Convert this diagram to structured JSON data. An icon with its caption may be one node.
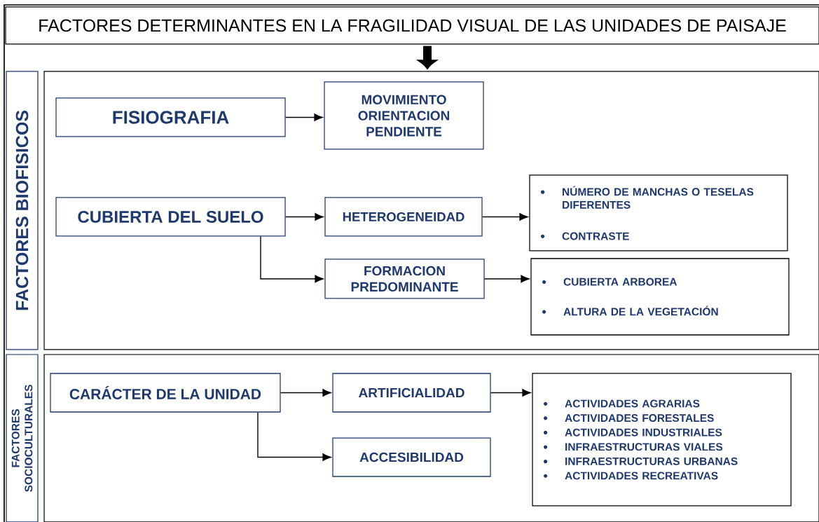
{
  "diagram": {
    "nodes": [
      {
        "text": [
          "FACTORES DETERMINANTES EN LA FRAGILIDAD VISUAL DE LAS UNIDADES DE PAISAJE"
        ]
      },
      {
        "text": [
          "FACTORES BIOFISICOS"
        ]
      },
      {
        "text": [],
        "shape": "box"
      },
      {
        "text": [
          "FISIOGRAFIA"
        ],
        "in": 2
      },
      {
        "text": [
          "MOVIMIENTO",
          "ORIENTACION",
          "PENDIENTE"
        ],
        "in": 2
      },
      {
        "text": [
          "CUBIERTA DEL SUELO"
        ],
        "in": 2
      },
      {
        "text": [
          "HETEROGENEIDAD"
        ],
        "in": 2
      },
      {
        "text": [
          "NÚMERO DE MANCHAS O TESELAS DIFERENTES",
          "CONTRASTE"
        ],
        "in": 2
      },
      {
        "text": [
          "FORMACION PREDOMINANTE"
        ],
        "in": 2
      },
      {
        "text": [
          "CUBIERTA ARBOREA",
          "ALTURA DE LA VEGETACIÓN"
        ],
        "in": 2
      },
      {
        "text": [
          "FACTORES SOCIOCULTURALES"
        ]
      },
      {
        "text": [],
        "shape": "box"
      },
      {
        "text": [
          "CARÁCTER DE LA UNIDAD"
        ],
        "in": 11
      },
      {
        "text": [
          "ARTIFICIALIDAD"
        ],
        "in": 11
      },
      {
        "text": [
          "ACCESIBILIDAD"
        ],
        "in": 11
      },
      {
        "text": [
          "ACTIVIDADES AGRARIAS",
          "ACTIVIDADES FORESTALES",
          "ACTIVIDADES INDUSTRIALES",
          "INFRAESTRUCTURAS VIALES",
          "INFRAESTRUCTURAS URBANAS",
          "ACTIVIDADES RECREATIVAS"
        ],
        "in": 11
      }
    ],
    "edges": [
      {
        "from": 0,
        "to": 2,
        "arrow": "to",
        "style": "thick"
      },
      {
        "from": 3,
        "to": 4,
        "arrow": "to"
      },
      {
        "from": 5,
        "to": 6,
        "arrow": "to"
      },
      {
        "from": 6,
        "to": 7,
        "arrow": "to"
      },
      {
        "from": 5,
        "to": 8,
        "arrow": "to"
      },
      {
        "from": 8,
        "to": 9,
        "arrow": "to"
      },
      {
        "from": 12,
        "to": 13,
        "arrow": "to"
      },
      {
        "from": 12,
        "to": 14,
        "arrow": "to"
      },
      {
        "from": 13,
        "to": 15,
        "arrow": "to"
      }
    ]
  }
}
